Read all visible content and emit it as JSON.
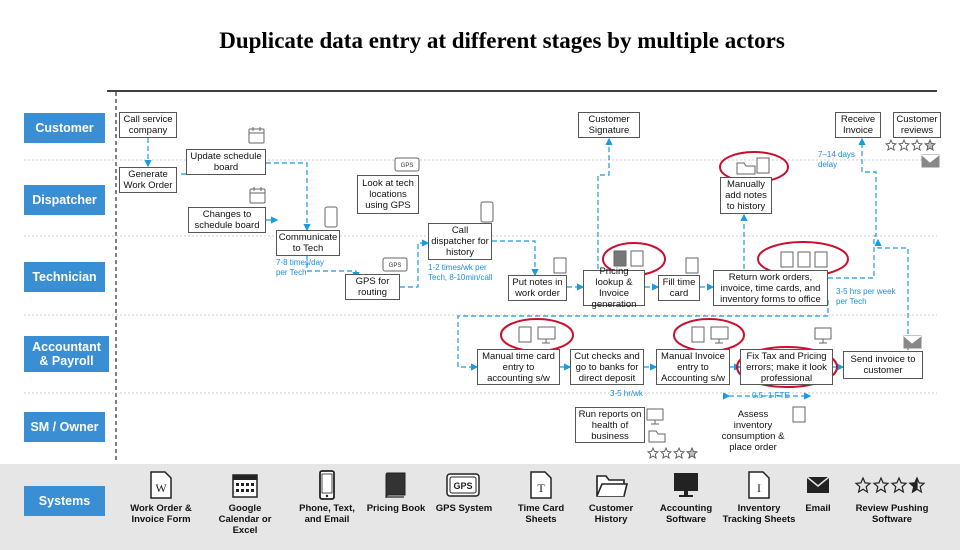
{
  "title": "Duplicate data entry at different stages by multiple actors",
  "lanes": {
    "customer": "Customer",
    "dispatcher": "Dispatcher",
    "technician": "Technician",
    "accountant": "Accountant & Payroll",
    "owner": "SM / Owner",
    "systems": "Systems"
  },
  "steps": {
    "call_service": "Call service company",
    "generate_wo": "Generate Work Order",
    "update_schedule": "Update schedule board",
    "changes_schedule": "Changes to schedule board",
    "communicate_tech": "Communicate to Tech",
    "look_gps": "Look at tech locations using GPS",
    "gps_routing": "GPS for routing",
    "call_dispatcher": "Call dispatcher for history",
    "put_notes": "Put notes in work order",
    "pricing_lookup": "Pricing lookup & Invoice generation",
    "customer_signature": "Customer Signature",
    "fill_time": "Fill time card",
    "return_orders": "Return work orders, invoice, time cards, and inventory forms to office",
    "manually_add": "Manually add notes to history",
    "receive_invoice": "Receive Invoice",
    "customer_reviews": "Customer reviews",
    "manual_timecard": "Manual time card entry to accounting s/w",
    "cut_checks": "Cut checks and go to banks for direct deposit",
    "manual_invoice": "Manual Invoice entry to Accounting s/w",
    "fix_tax": "Fix Tax and Pricing errors; make it look professional",
    "send_invoice": "Send invoice to customer",
    "run_reports": "Run reports on health of business",
    "assess_inventory": "Assess inventory consumption & place order"
  },
  "notes": {
    "n_7_8": "7-8 times/day per Tech",
    "n_1_2": "1-2 times/wk per Tech, 8-10min/call",
    "n_7_14": "7–14 days delay",
    "n_3_5hrs": "3-5 hrs per week per Tech",
    "n_3_5wk": "3-5 hr/wk",
    "n_fte": "0.5 -1 FTE"
  },
  "icon_text": {
    "gps": "GPS",
    "word": "W",
    "timecard": "T",
    "inventory": "I"
  },
  "systems": [
    {
      "label": "Work Order & Invoice Form",
      "icon": "word-doc-icon"
    },
    {
      "label": "Google Calendar or Excel",
      "icon": "calendar-icon"
    },
    {
      "label": "Phone, Text, and Email",
      "icon": "phone-icon"
    },
    {
      "label": "Pricing Book",
      "icon": "book-icon"
    },
    {
      "label": "GPS System",
      "icon": "gps-icon"
    },
    {
      "label": "Time Card Sheets",
      "icon": "timecard-icon"
    },
    {
      "label": "Customer History",
      "icon": "folder-icon"
    },
    {
      "label": "Accounting Software",
      "icon": "monitor-icon"
    },
    {
      "label": "Inventory Tracking Sheets",
      "icon": "inventory-icon"
    },
    {
      "label": "Email",
      "icon": "envelope-icon"
    },
    {
      "label": "Review Pushing Software",
      "icon": "stars-icon"
    }
  ],
  "colors": {
    "lane": "#3a8fd4",
    "arrow": "#1a9be0",
    "highlight": "#c8102e",
    "systems_bar": "#e6e6e6"
  }
}
